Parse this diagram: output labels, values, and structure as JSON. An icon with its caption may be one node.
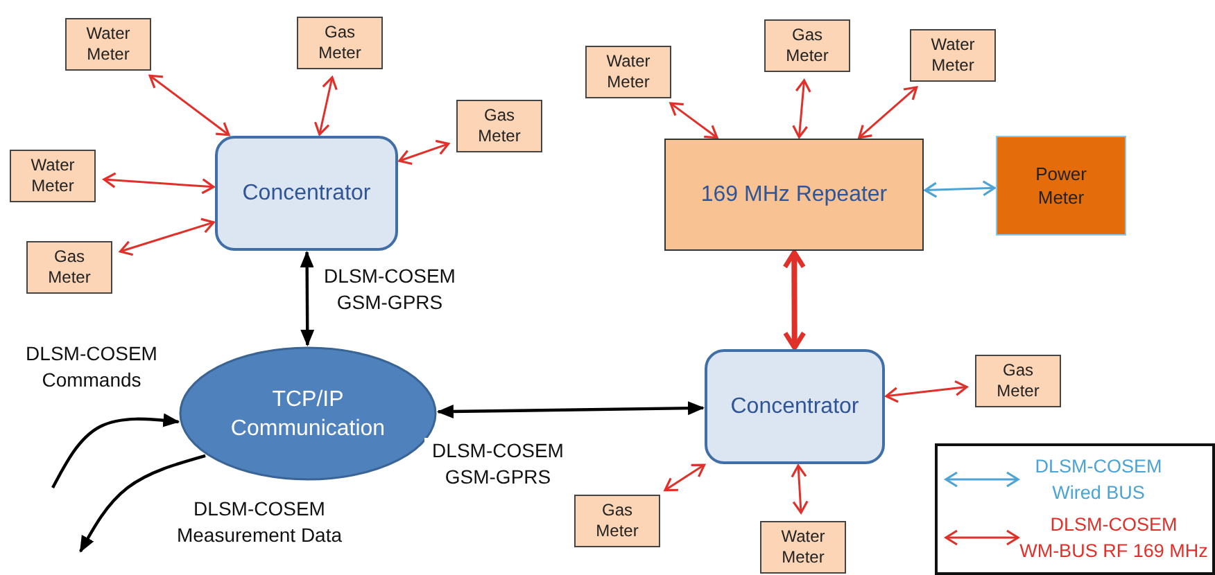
{
  "diagram": {
    "nodes": [
      {
        "text": [
          "Water Meter"
        ]
      },
      {
        "text": [
          "Gas Meter"
        ]
      },
      {
        "text": [
          "Gas Meter"
        ]
      },
      {
        "text": [
          "Water Meter"
        ]
      },
      {
        "text": [
          "Gas Meter"
        ]
      },
      {
        "text": [
          "Concentrator"
        ]
      },
      {
        "text": [
          "Water Meter"
        ]
      },
      {
        "text": [
          "Gas Meter"
        ]
      },
      {
        "text": [
          "Water Meter"
        ]
      },
      {
        "text": [
          "169 MHz Repeater"
        ]
      },
      {
        "text": [
          "Power Meter"
        ]
      },
      {
        "text": [
          "TCP/IP Communication"
        ]
      },
      {
        "text": [
          "Concentrator"
        ]
      },
      {
        "text": [
          "Gas Meter"
        ]
      },
      {
        "text": [
          "Gas Meter"
        ]
      },
      {
        "text": [
          "Water Meter"
        ]
      }
    ],
    "edges": [
      {
        "from": 0,
        "to": 5,
        "arrow": "both"
      },
      {
        "from": 1,
        "to": 5,
        "arrow": "both"
      },
      {
        "from": 2,
        "to": 5,
        "arrow": "both"
      },
      {
        "from": 3,
        "to": 5,
        "arrow": "both"
      },
      {
        "from": 4,
        "to": 5,
        "arrow": "both"
      },
      {
        "from": 6,
        "to": 9,
        "arrow": "both"
      },
      {
        "from": 7,
        "to": 9,
        "arrow": "both"
      },
      {
        "from": 8,
        "to": 9,
        "arrow": "both"
      },
      {
        "from": 9,
        "to": 10,
        "arrow": "both",
        "color": "#4ba3d6"
      },
      {
        "from": 5,
        "to": 11,
        "arrow": "both",
        "label": "DLSM-COSEM GSM-GPRS",
        "color": "#000000"
      },
      {
        "from": null,
        "to": 11,
        "arrow": "to",
        "label": "DLSM-COSEM Commands",
        "color": "#000000"
      },
      {
        "from": 11,
        "to": null,
        "arrow": "to",
        "label": "DLSM-COSEM Measurement Data",
        "color": "#000000"
      },
      {
        "from": 11,
        "to": 12,
        "arrow": "both",
        "label": "DLSM-COSEM GSM-GPRS",
        "color": "#000000"
      },
      {
        "from": 9,
        "to": 12,
        "arrow": "both",
        "style": "thick"
      },
      {
        "from": 13,
        "to": 12,
        "arrow": "both"
      },
      {
        "from": 14,
        "to": 12,
        "arrow": "both"
      },
      {
        "from": 15,
        "to": 12,
        "arrow": "both"
      }
    ],
    "legend": [
      {
        "text": "DLSM-COSEM Wired BUS"
      },
      {
        "text": "DLSM-COSEM WM-BUS RF 169 MHz"
      }
    ]
  }
}
